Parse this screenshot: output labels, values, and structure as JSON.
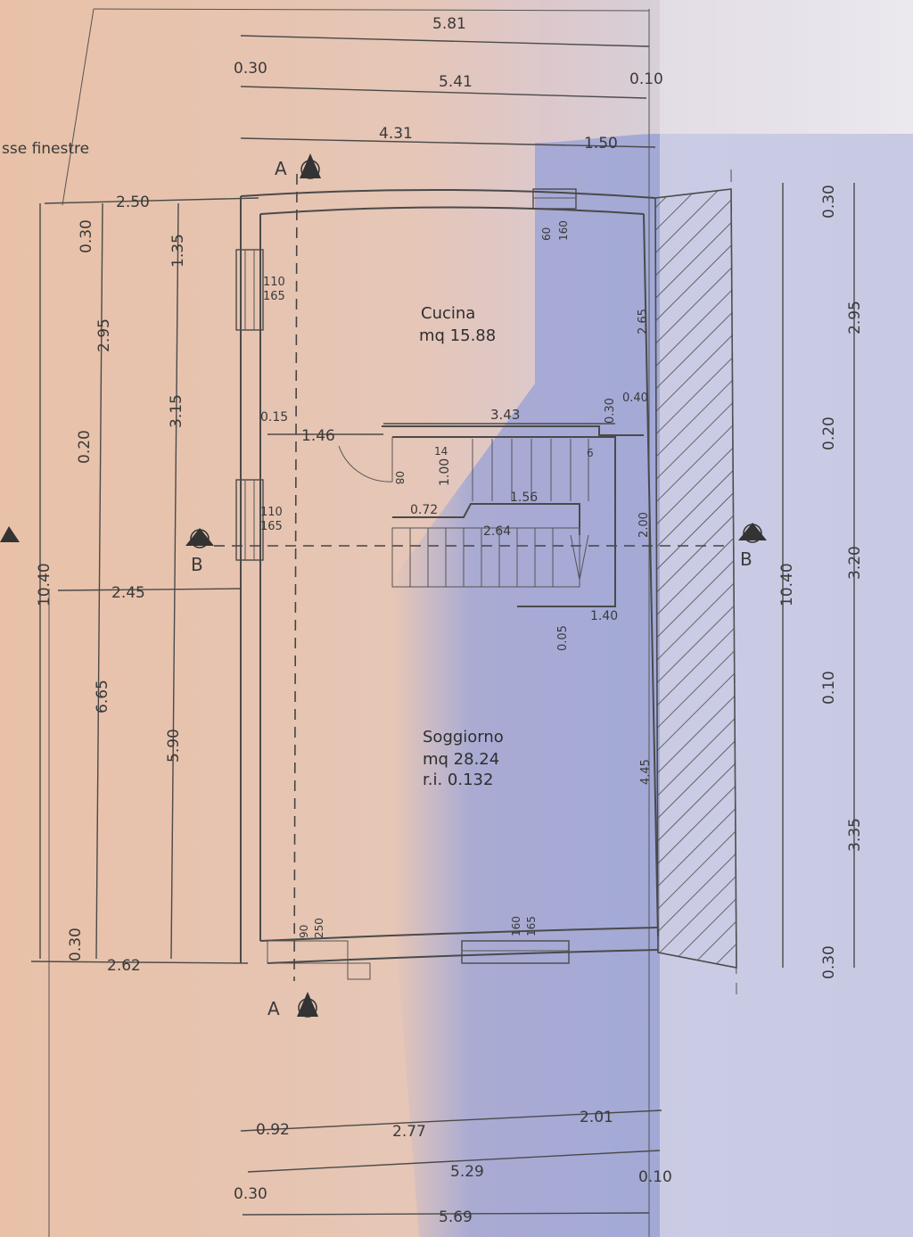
{
  "colors": {
    "paper_left": "#e9c4ad",
    "paper_mid": "#e2c9c4",
    "shadow": "#9ea6d6",
    "line": "#4a4a4a"
  },
  "header_note": "sse finestre",
  "rooms": {
    "kitchen": {
      "name": "Cucina",
      "area": "mq 15.88"
    },
    "living": {
      "name": "Soggiorno",
      "area": "mq 28.24",
      "ratio": "r.i. 0.132"
    }
  },
  "section_marks": {
    "a": "A",
    "b": "B"
  },
  "windows": {
    "left_upper": {
      "w": "110",
      "h": "165"
    },
    "left_lower": {
      "w": "110",
      "h": "165"
    },
    "top": {
      "w": "60",
      "h": "160"
    },
    "bottom": {
      "w": "160",
      "h": "165"
    },
    "door": {
      "w": "90",
      "h": "250"
    }
  },
  "dims": {
    "top_total": "5.81",
    "top_wall": "0.30",
    "top_inner": "5.41",
    "top_right_wall": "0.10",
    "top_kitchen": "4.31",
    "top_right": "1.50",
    "left_250": "2.50",
    "left_outer_030": "0.30",
    "left_outer_295": "2.95",
    "left_outer_020": "0.20",
    "left_outer_1040": "10.40",
    "left_outer_665": "6.65",
    "left_outer_030b": "0.30",
    "left_inner_135": "1.35",
    "left_inner_315": "3.15",
    "left_inner_590": "5.90",
    "left_245": "2.45",
    "left_262": "2.62",
    "kitchen_015": "0.15",
    "stair_146": "1.46",
    "kitchen_343": "3.43",
    "kitchen_030": "0.30",
    "kitchen_040": "0.40",
    "kitchen_265": "2.65",
    "stair_14": "14",
    "stair_6": "6",
    "stair_08": "08",
    "stair_100": "1.00",
    "stair_156": "1.56",
    "stair_072": "0.72",
    "stair_264": "2.64",
    "stair_200": "2.00",
    "stair_005": "0.05",
    "stair_140": "1.40",
    "living_445": "4.45",
    "right_030": "0.30",
    "right_295": "2.95",
    "right_020": "0.20",
    "right_1040": "10.40",
    "right_320": "3.20",
    "right_010": "0.10",
    "right_335": "3.35",
    "right_030b": "0.30",
    "bottom_092": "0.92",
    "bottom_277": "2.77",
    "bottom_201": "2.01",
    "bottom_529": "5.29",
    "bottom_010": "0.10",
    "bottom_030": "0.30",
    "bottom_569": "5.69"
  }
}
